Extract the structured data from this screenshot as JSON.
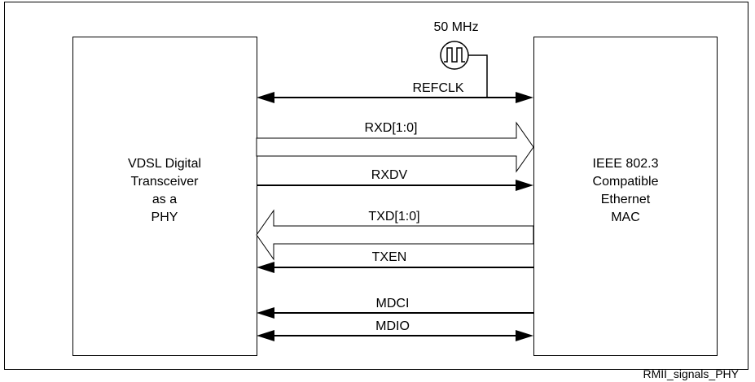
{
  "diagram": {
    "phy_block": {
      "lines": [
        "VDSL Digital",
        "Transceiver",
        "as a",
        "PHY"
      ]
    },
    "mac_block": {
      "lines": [
        "IEEE 802.3",
        "Compatible",
        "Ethernet",
        "MAC"
      ]
    },
    "clock": {
      "label": "50 MHz"
    },
    "signals": {
      "refclk": "REFCLK",
      "rxd": "RXD[1:0]",
      "rxdv": "RXDV",
      "txd": "TXD[1:0]",
      "txen": "TXEN",
      "mdci": "MDCI",
      "mdio": "MDIO"
    },
    "figure_id": "RMII_signals_PHY"
  }
}
